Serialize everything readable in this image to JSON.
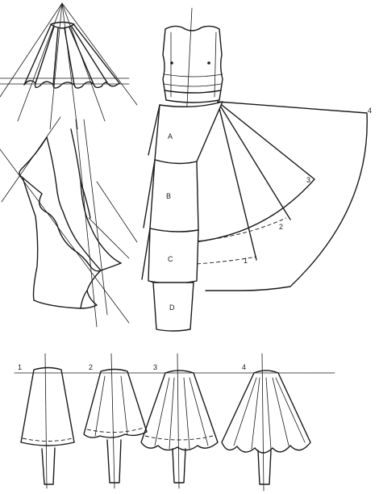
{
  "figure": {
    "panel_labels": {
      "panel_a": "A",
      "panel_b": "B",
      "panel_c": "C",
      "panel_d": "D"
    },
    "flare_labels": [
      "1",
      "2",
      "3",
      "4"
    ],
    "skirt_labels": [
      "1",
      "2",
      "3",
      "4"
    ]
  },
  "colors": {
    "ink": "#1a1a1a",
    "paper": "#ffffff"
  }
}
